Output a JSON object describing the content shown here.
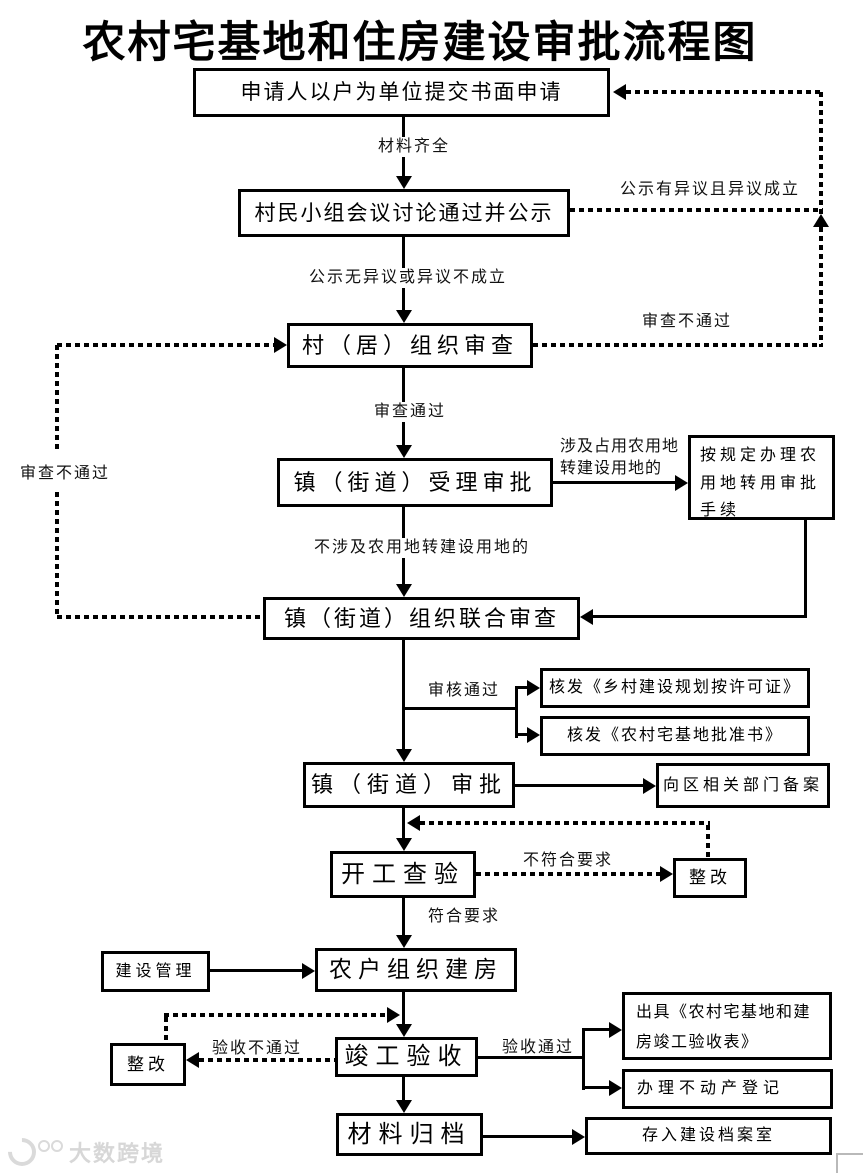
{
  "title": "农村宅基地和住房建设审批流程图",
  "nodes": {
    "apply": "申请人以户为单位提交书面申请",
    "group_meeting": "村民小组会议讨论通过并公示",
    "village_review": "村（居）组织审查",
    "town_accept": "镇（街道）受理审批",
    "farmland_procedure": "按规定办理农用地转用审批手续",
    "joint_review": "镇（街道）组织联合审查",
    "issue_planning_permit": "核发《乡村建设规划按许可证》",
    "issue_homestead_approval": "核发《农村宅基地批准书》",
    "town_approve": "镇（街道）审批",
    "record_to_district": "向区相关部门备案",
    "start_work_check": "开工查验",
    "rectify_right": "整改",
    "construction_mgmt": "建设管理",
    "household_build": "农户组织建房",
    "rectify_left": "整改",
    "completion_check": "竣工验收",
    "issue_acceptance_form": "出具《农村宅基地和建房竣工验收表》",
    "property_registration": "办理不动产登记",
    "archive_materials": "材料归档",
    "archive_room": "存入建设档案室"
  },
  "edge_labels": {
    "materials_complete": "材料齐全",
    "objection_valid": "公示有异议且异议成立",
    "no_objection": "公示无异议或异议不成立",
    "review_fail_right": "审查不通过",
    "review_fail_left": "审查不通过",
    "review_pass": "审查通过",
    "involve_farmland_line1": "涉及占用农用地",
    "involve_farmland_line2": "转建设用地的",
    "not_involve_farmland": "不涉及农用地转建设用地的",
    "audit_pass": "审核通过",
    "not_meet_requirement": "不符合要求",
    "meet_requirement": "符合要求",
    "acceptance_fail": "验收不通过",
    "acceptance_pass": "验收通过"
  },
  "watermark": "大数跨境",
  "colors": {
    "line": "#000000",
    "box_background": "#ffffff",
    "watermark": "#d7d7d7"
  }
}
